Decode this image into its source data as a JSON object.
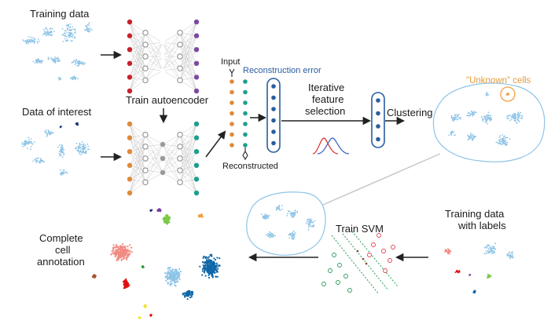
{
  "labels": {
    "training_data": "Training data",
    "data_of_interest": "Data of interest",
    "train_autoencoder": "Train autoencoder",
    "input": "Input",
    "reconstructed": "Reconstructed",
    "reconstruction_error": "Reconstruction error",
    "iterative_line1": "Iterative",
    "iterative_line2": "feature",
    "iterative_line3": "selection",
    "clustering": "Clustering",
    "unknown_cells": "\"Unknown\" cells",
    "train_svm": "Train SVM",
    "training_labels_line1": "Training data",
    "training_labels_line2": "with labels",
    "complete_line1": "Complete",
    "complete_line2": "cell",
    "complete_line3": "annotation"
  },
  "colors": {
    "cell_blue": "#8ec4e6",
    "dark_navy": "#1b2f7a",
    "arrow": "#222222",
    "gray_arrow": "#cccccc",
    "nn_red": "#c8202a",
    "nn_purple": "#7b4aa0",
    "nn_orange": "#e0893a",
    "nn_teal": "#1e9e8e",
    "nn_gray": "#9a9a9a",
    "vector_border": "#2a5d9f",
    "vector_dot": "#2a5d9f",
    "curve_red": "#d8322d",
    "curve_blue": "#3b5fc4",
    "unknown_orange": "#f0a040",
    "salmon": "#f28b82",
    "red": "#e01010",
    "green": "#7dc84a",
    "dark_blue": "#1068a8",
    "purple": "#7a3aa0",
    "brown": "#a8522a",
    "yellow": "#f5e020",
    "svm_green": "#2a9a5a",
    "svm_red": "#e04050"
  },
  "icons": {
    "input_icon": "input-fork-icon",
    "reconstructed_icon": "diamond-pin-icon"
  }
}
